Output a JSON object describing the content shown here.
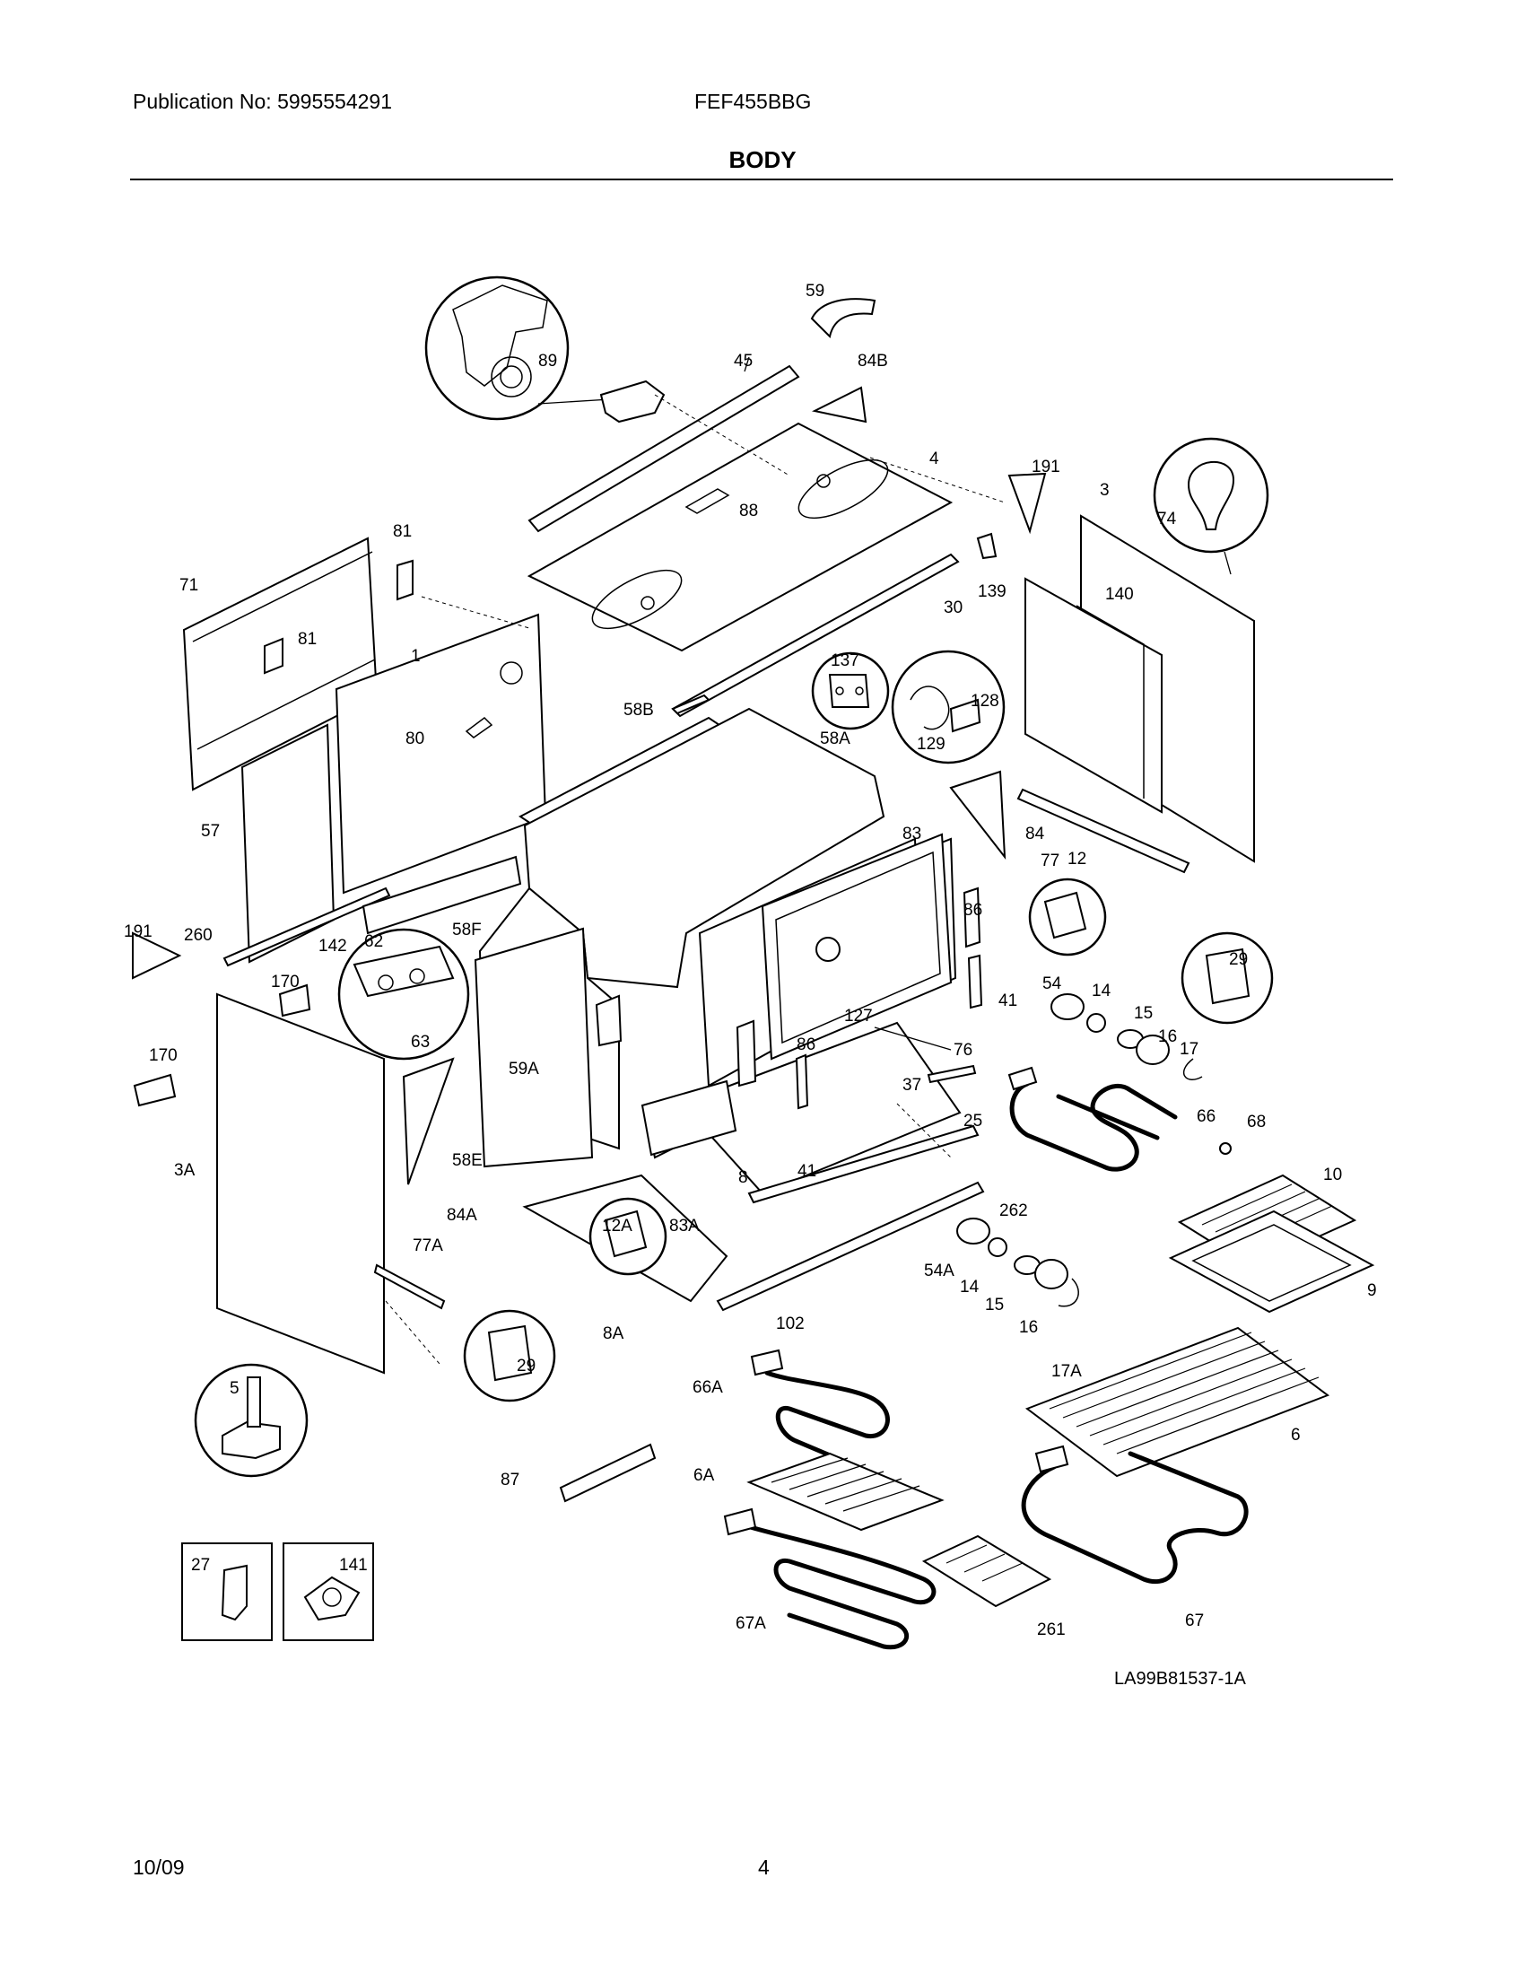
{
  "header": {
    "publication": "Publication No: 5995554291",
    "model": "FEF455BBG",
    "title": "BODY"
  },
  "diagram": {
    "drawing_id": "LA99B81537-1A",
    "callouts": [
      "59",
      "45",
      "84B",
      "89",
      "4",
      "191",
      "3",
      "74",
      "88",
      "81",
      "71",
      "139",
      "30",
      "140",
      "81",
      "1",
      "137",
      "128",
      "58B",
      "80",
      "129",
      "58A",
      "57",
      "84",
      "83",
      "12",
      "77",
      "86",
      "191",
      "260",
      "142",
      "58F",
      "62",
      "29",
      "170",
      "54",
      "14",
      "127",
      "41",
      "15",
      "16",
      "86",
      "17",
      "170",
      "59A",
      "63",
      "76",
      "37",
      "25",
      "66",
      "68",
      "58E",
      "10",
      "3A",
      "84A",
      "8",
      "41",
      "262",
      "12A",
      "83A",
      "54A",
      "9",
      "77A",
      "14",
      "15",
      "16",
      "8A",
      "102",
      "17A",
      "29",
      "5",
      "66A",
      "6",
      "87",
      "6A",
      "27",
      "141",
      "67A",
      "261",
      "67"
    ]
  },
  "footer": {
    "date": "10/09",
    "page": "4"
  }
}
